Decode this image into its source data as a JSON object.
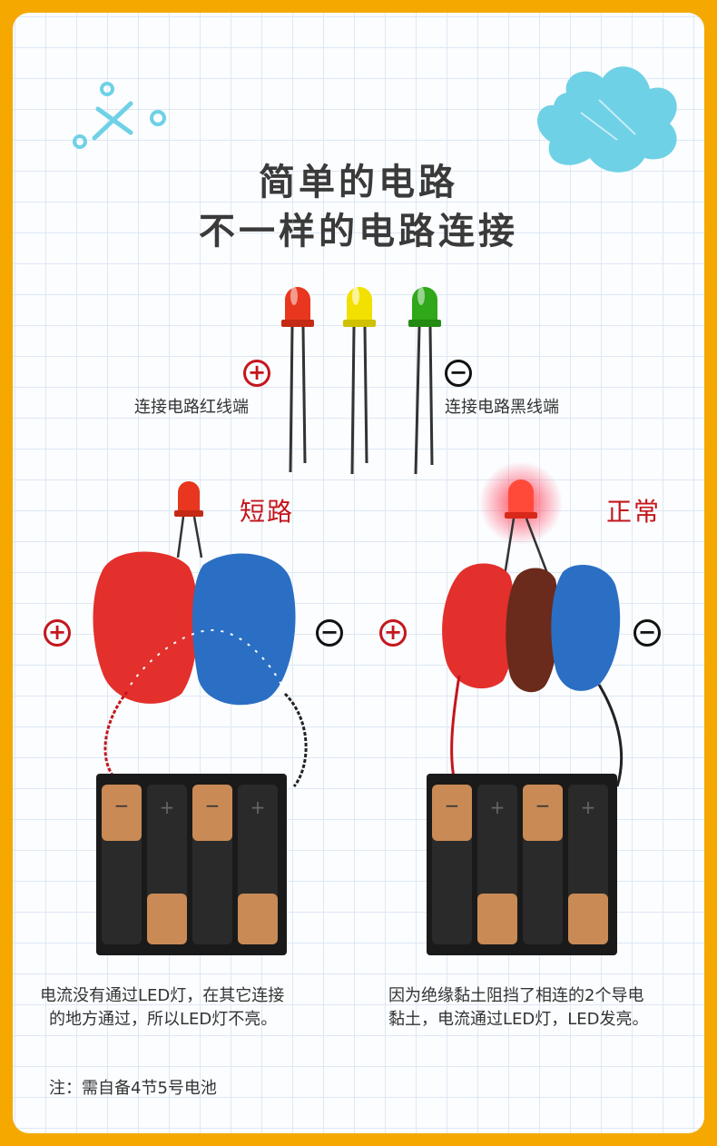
{
  "title": {
    "line1": "简单的电路",
    "line2": "不一样的电路连接"
  },
  "leds": {
    "colors": [
      "#e8371e",
      "#f2e000",
      "#2fa81a"
    ],
    "plus_label": "连接电路红线端",
    "minus_label": "连接电路黑线端"
  },
  "symbols": {
    "plus": "+",
    "minus": "−"
  },
  "short_circuit": {
    "title": "短路",
    "description_line1": "电流没有通过LED灯，在其它连接",
    "description_line2": "的地方通过，所以LED灯不亮。"
  },
  "normal_circuit": {
    "title": "正常",
    "description_line1": "因为绝缘黏土阻挡了相连的2个导电",
    "description_line2": "黏土，电流通过LED灯，LED发亮。"
  },
  "note": "注：需自备4节5号电池",
  "colors": {
    "accent": "#c4161c",
    "frame": "#f5a800",
    "doodle": "#6fd1e6",
    "clay_red": "#e3302c",
    "clay_blue": "#2b6fc4",
    "clay_brown": "#6a2a1c"
  }
}
